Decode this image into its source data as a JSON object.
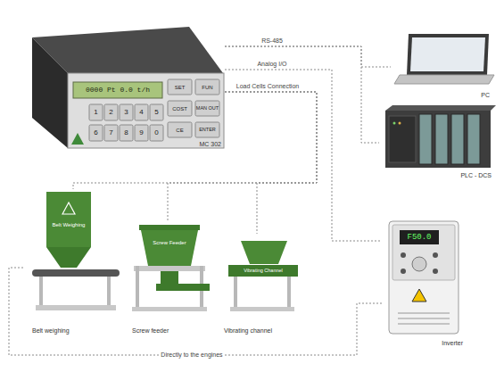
{
  "diagram": {
    "nodes": [
      {
        "text": [
          "MC 302"
        ]
      },
      {
        "text": [
          "PC"
        ]
      },
      {
        "text": [
          "PLC - DCS"
        ]
      },
      {
        "text": [
          "Inverter"
        ]
      },
      {
        "text": [
          "Belt weighing"
        ]
      },
      {
        "text": [
          "Screw feeder"
        ]
      },
      {
        "text": [
          "Vibrating channel"
        ]
      }
    ],
    "edges": [
      {
        "from": 0,
        "to": 1,
        "label": "RS-485",
        "arrow": "none"
      },
      {
        "from": 0,
        "to": 2,
        "arrow": "none"
      },
      {
        "from": 0,
        "to": 3,
        "label": "Analog I/O",
        "arrow": "none"
      },
      {
        "from": 0,
        "to": 4,
        "label": "Load Cells Connection",
        "arrow": "none"
      },
      {
        "from": 0,
        "to": 5,
        "arrow": "none"
      },
      {
        "from": 0,
        "to": 6,
        "arrow": "none"
      },
      {
        "from": 3,
        "to": 4,
        "label": "Directly to the engines",
        "arrow": "none"
      }
    ],
    "labels": [
      "0000 Pt 0.0 t/h",
      "SET",
      "FUN",
      "COST",
      "MAN OUT",
      "CE",
      "ENTER",
      "1",
      "2",
      "3",
      "4",
      "5",
      "6",
      "7",
      "8",
      "9",
      "0",
      "Belt Weighing",
      "Screw Feeder",
      "Vibrating Channel",
      "F50.0"
    ]
  }
}
